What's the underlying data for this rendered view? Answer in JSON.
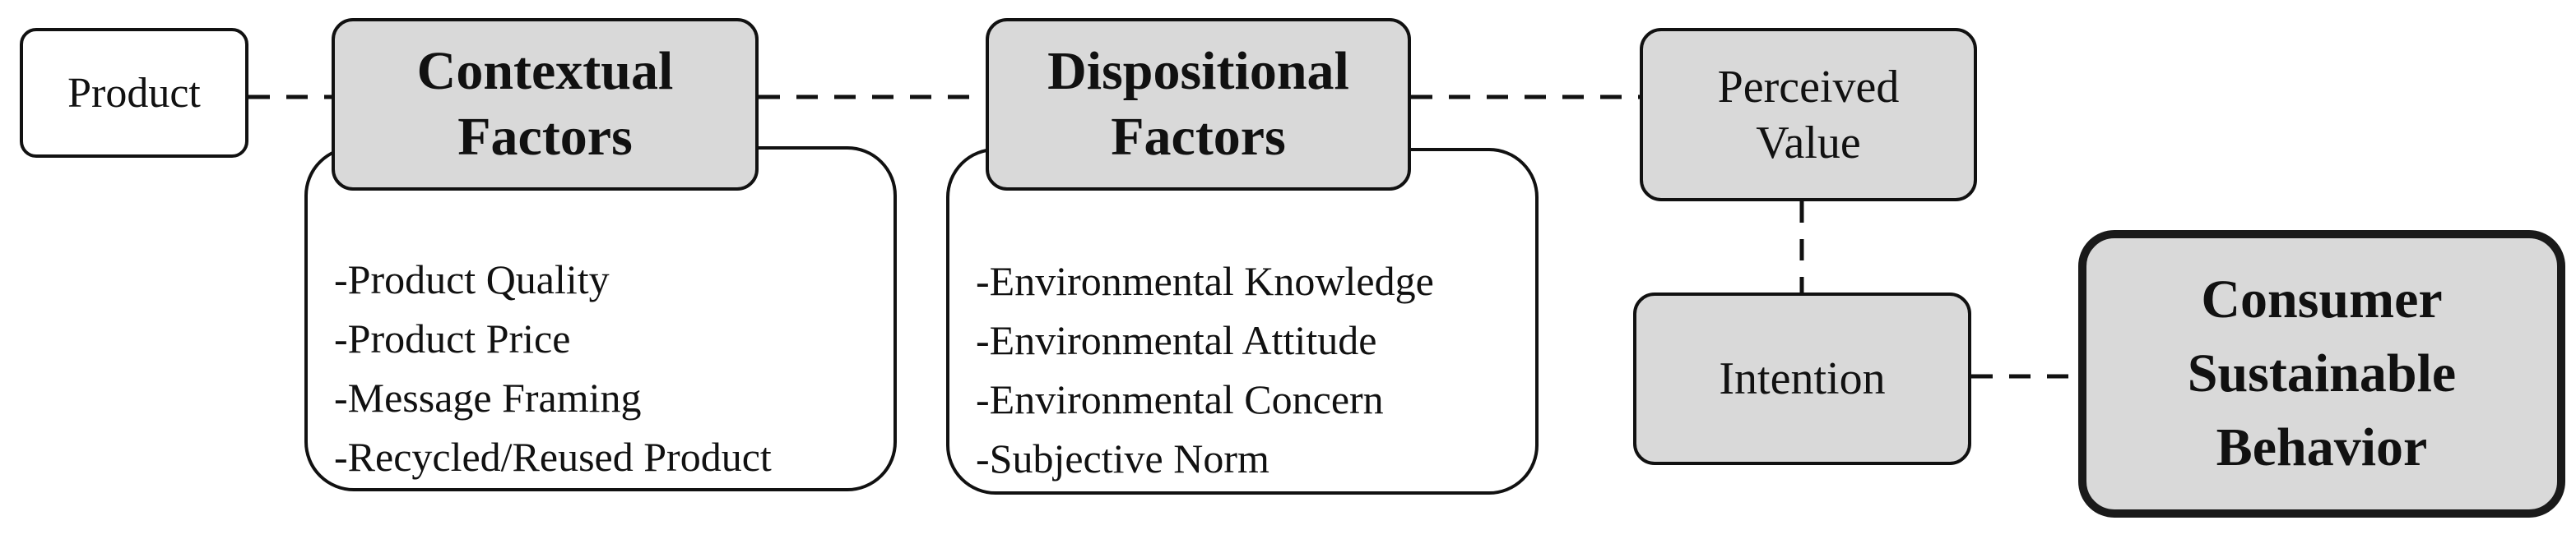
{
  "nodes": {
    "product": "Product",
    "contextual": {
      "line1": "Contextual",
      "line2": "Factors"
    },
    "dispositional": {
      "line1": "Dispositional",
      "line2": "Factors"
    },
    "perceived_value": {
      "line1": "Perceived",
      "line2": "Value"
    },
    "intention": "Intention",
    "consumer": {
      "line1": "Consumer",
      "line2": "Sustainable",
      "line3": "Behavior"
    }
  },
  "contextual_items": [
    "-Product Quality",
    "-Product Price",
    "-Message Framing",
    "-Recycled/Reused Product"
  ],
  "dispositional_items": [
    "-Environmental Knowledge",
    "-Environmental Attitude",
    "-Environmental Concern",
    "-Subjective Norm"
  ],
  "colors": {
    "box_fill": "#d9d9d9",
    "stroke": "#111111",
    "background": "#ffffff"
  }
}
